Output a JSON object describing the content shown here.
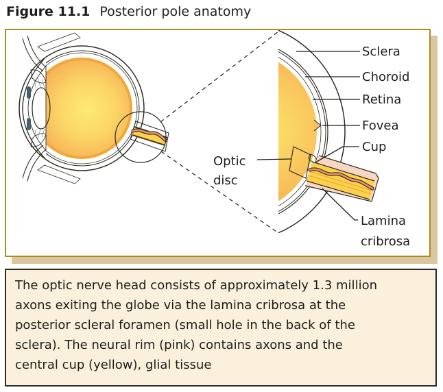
{
  "figure": {
    "label": "Figure 11.1",
    "title": "Posterior pole anatomy"
  },
  "diagram": {
    "anatomy_labels": {
      "sclera": "Sclera",
      "choroid": "Choroid",
      "retina": "Retina",
      "fovea": "Fovea",
      "cup": "Cup",
      "optic_disc": [
        "Optic",
        "disc"
      ],
      "lamina_cribrosa": [
        "Lamina",
        "cribrosa"
      ]
    }
  },
  "caption": {
    "lines": [
      "The optic nerve head consists of approximately 1.3 million",
      "axons exiting the globe via the lamina cribrosa at the",
      "posterior scleral foramen (small hole in the back of the",
      "sclera). The neural rim (pink) contains axons and the",
      "central cup (yellow), glial tissue"
    ]
  },
  "colors": {
    "gold-border": "#b3881d",
    "panel-shadow": "#d9c7a2",
    "caption-bg": "#faf0dc",
    "caption-border": "#2b2b28",
    "ink": "#1d1d1b",
    "outline": "#2c2c22",
    "sclera-pink": "#f8d6c3",
    "muscle-pink": "#efb3a4",
    "choroid-gray": "#c3ccd2",
    "retina-amber": "#f2a838",
    "nerve-yellow": "#fcd24b",
    "vessel-salmon": "#ec8f70",
    "cornea-blue": "#e4f0f7",
    "lens-gray": "#ebebeb",
    "ciliary-gray": "#8fa7b2",
    "interior-orange": "#f5ad50",
    "interior-yellow": "#fdeb72"
  }
}
